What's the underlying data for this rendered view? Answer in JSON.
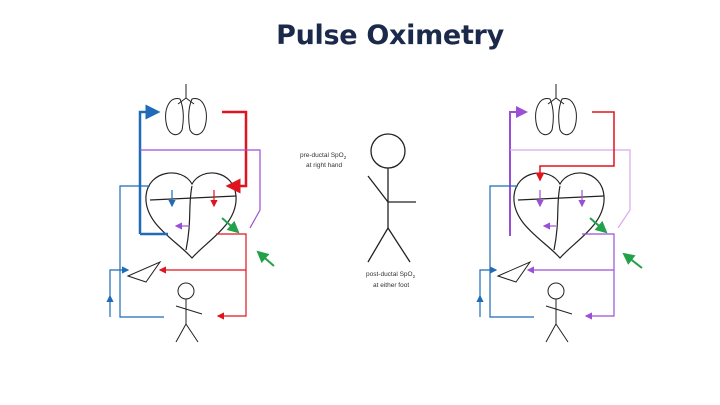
{
  "slide": {
    "title": "Pulse Oximetry"
  },
  "center": {
    "pre_ductal_line1": "pre-ductal SpO",
    "pre_ductal_sub": "2",
    "pre_ductal_line2": "at right hand",
    "post_ductal_line1": "post-ductal SpO",
    "post_ductal_sub": "2",
    "post_ductal_line2": "at either foot"
  },
  "colors": {
    "oxygenated": "#e0141e",
    "deoxygenated": "#1f6bb8",
    "mixed": "#9b4fd6",
    "mixed_light": "#d9a9f0",
    "probe": "#22a04a",
    "outline": "#222222"
  }
}
